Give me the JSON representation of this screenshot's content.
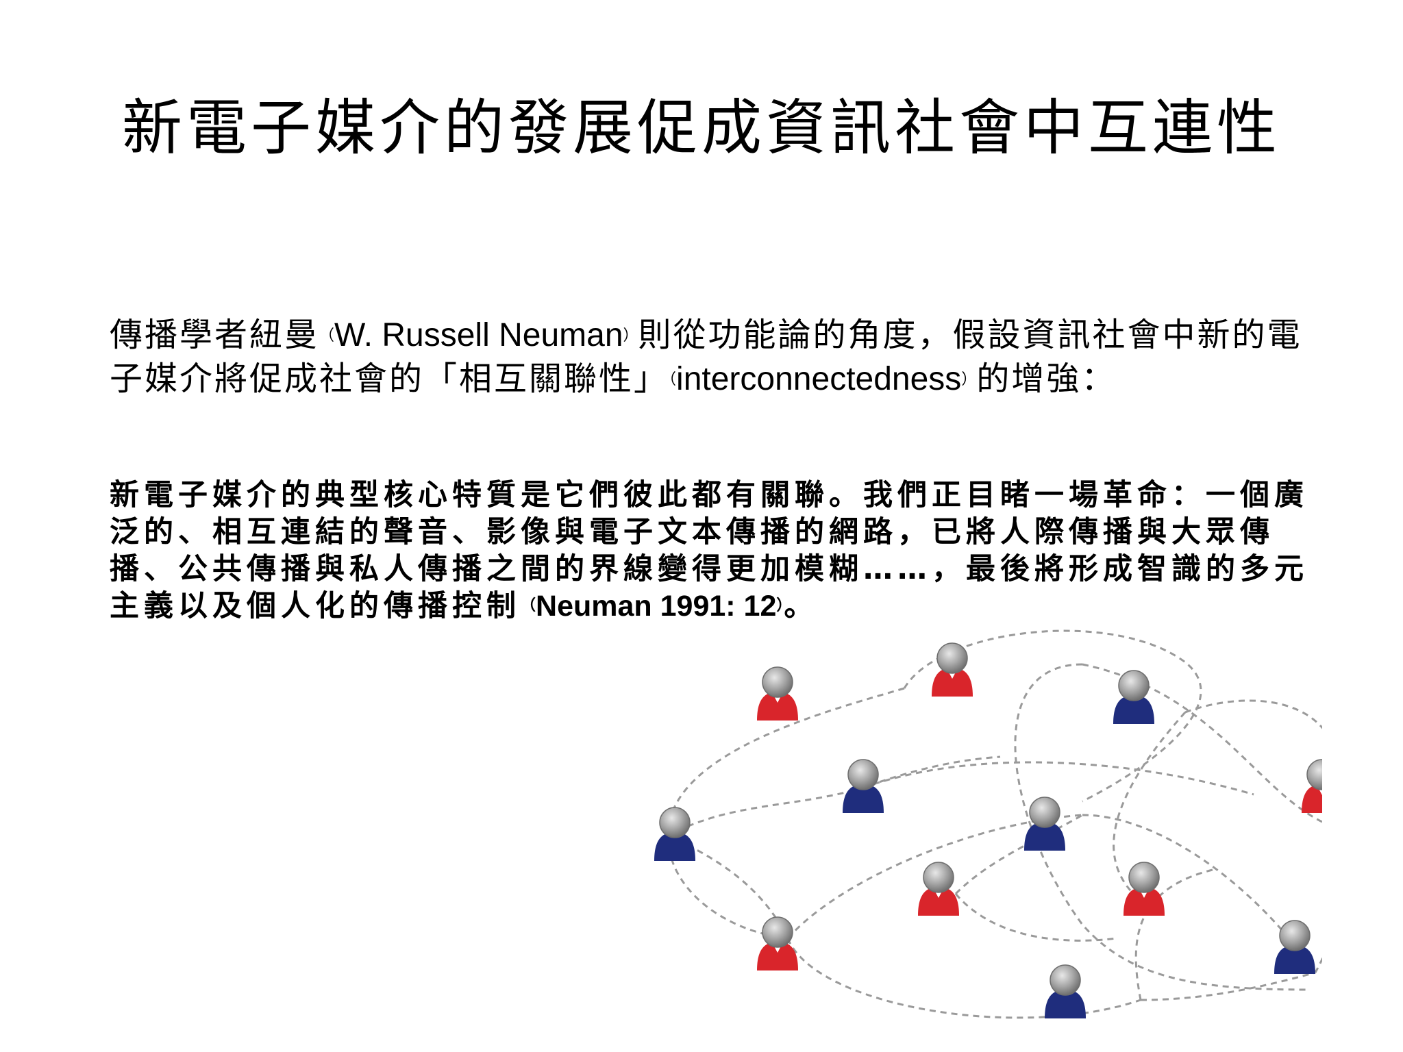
{
  "slide": {
    "title": "新電子媒介的發展促成資訊社會中互連性",
    "intro": {
      "part1": "傳播學者紐曼",
      "paren_open_1": "（",
      "name": "W. Russell Neuman",
      "paren_close_1": "）",
      "part2": "則從功能論的角度，假設資訊社會中新的電子媒介將促成社會的「相互關聯性」",
      "paren_open_2": "（",
      "term": "interconnectedness",
      "paren_close_2": "）",
      "part3": "的增強："
    },
    "quote": {
      "text": "新電子媒介的典型核心特質是它們彼此都有關聯。我們正目睹一場革命：一個廣泛的、相互連結的聲音、影像與電子文本傳播的網路，已將人際傳播與大眾傳播、公共傳播與私人傳播之間的界線變得更加模糊……，最後將形成智識的多元主義以及個人化的傳播控制",
      "paren_open": "（",
      "citation": "Neuman 1991: 12",
      "paren_close": "）",
      "end": "。"
    },
    "network": {
      "colors": {
        "red": "#d9252b",
        "blue": "#1f2d7d",
        "head": "#9a9a9a",
        "line": "#9a9a9a"
      }
    }
  }
}
